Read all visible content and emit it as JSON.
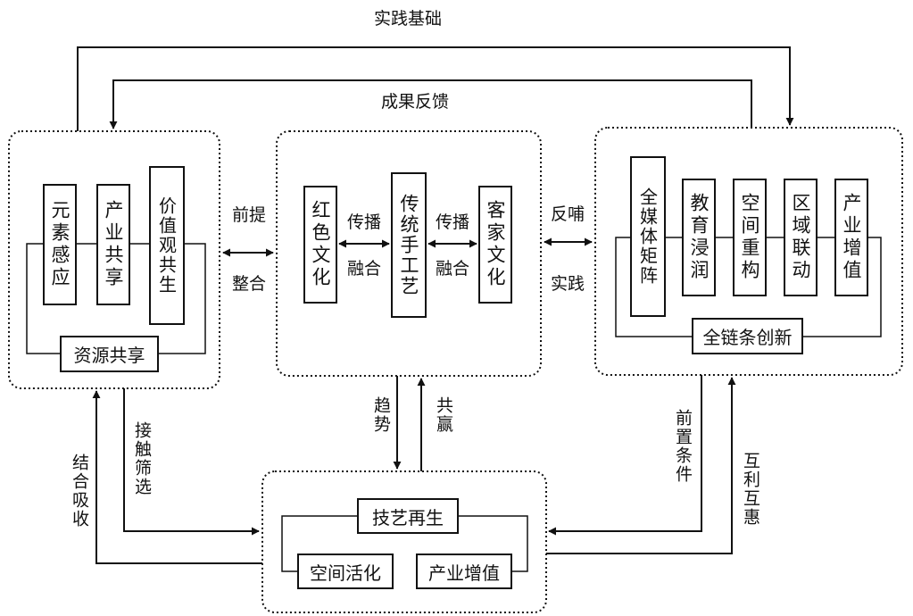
{
  "top_loop": {
    "practice_basis": "实践基础",
    "result_feedback": "成果反馈"
  },
  "left_group": {
    "items": [
      "元素感应",
      "产业共享",
      "价值观共生"
    ],
    "base": "资源共享"
  },
  "center_group": {
    "items": [
      "红色文化",
      "传统手工艺",
      "客家文化"
    ],
    "fusion_top": "传播",
    "fusion_bottom": "融合"
  },
  "right_group": {
    "media": "全媒体矩阵",
    "items": [
      "教育浸润",
      "空间重构",
      "区域联动",
      "产业增值"
    ],
    "base": "全链条创新"
  },
  "bottom_group": {
    "top": "技艺再生",
    "items": [
      "空间活化",
      "产业增值"
    ]
  },
  "links": {
    "left_center_top": "前提",
    "left_center_bottom": "整合",
    "center_right_top": "反哺",
    "center_right_bottom": "实践",
    "center_down": "趋势",
    "center_up": "共赢",
    "left_down": "接触筛选",
    "left_up": "结合吸收",
    "right_down": "前置条件",
    "right_up": "互利互惠"
  }
}
